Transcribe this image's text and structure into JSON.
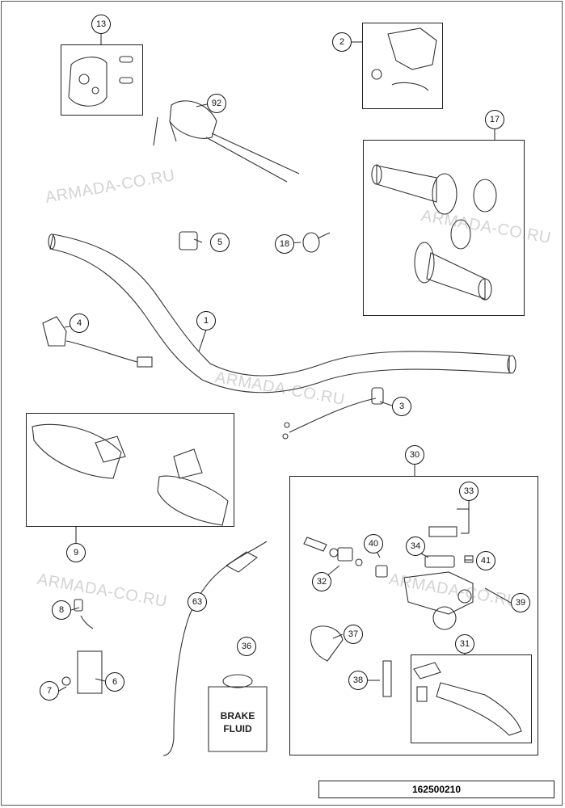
{
  "diagram": {
    "document_number": "162500210",
    "watermark": "ARMADA-CO.RU",
    "callouts": [
      "1",
      "2",
      "3",
      "4",
      "5",
      "6",
      "7",
      "8",
      "9",
      "13",
      "17",
      "18",
      "30",
      "31",
      "32",
      "33",
      "34",
      "36",
      "37",
      "38",
      "39",
      "40",
      "41",
      "63",
      "92"
    ],
    "bottle_label": [
      "BRAKE",
      "FLUID"
    ]
  }
}
